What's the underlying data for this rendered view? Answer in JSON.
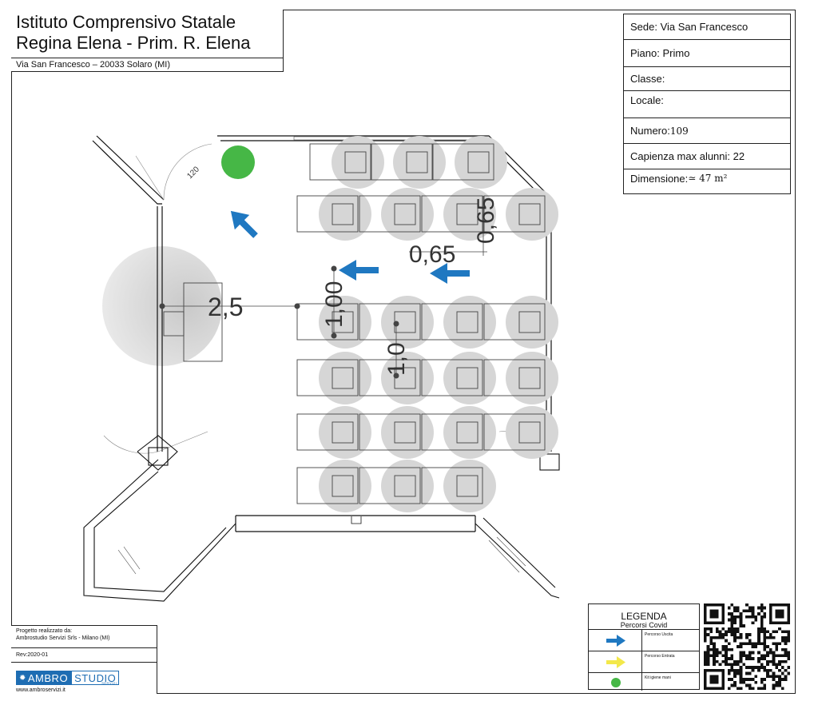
{
  "header": {
    "school_line1": "Istituto Comprensivo Statale",
    "school_line2": "Regina Elena - Prim. R. Elena",
    "address": "Via San Francesco – 20033 Solaro (MI)"
  },
  "info": {
    "sede": "Sede:  Via San Francesco",
    "piano": "Piano: Primo",
    "classe": "Classe:",
    "locale": "Locale:",
    "numero_label": "Numero: ",
    "numero_value": "109",
    "capienza": "Capienza max alunni: 22",
    "dimensione_label": "Dimensione: ",
    "dimensione_value": "≃ 47 m²"
  },
  "plan": {
    "dim_teacher": "2,5",
    "dim_row_gap_top": "0,65",
    "dim_row_gap_side": "0,65",
    "dim_aisle_1": "1,00",
    "dim_aisle_2": "1,0",
    "door_label": "120",
    "colors": {
      "exit_arrow": "#1f78c1",
      "entry_arrow": "#f3e84a",
      "hygiene_kit": "#46b746",
      "distance_circle": "#d2d2d2"
    }
  },
  "credits": {
    "line1": "Progetto realizzato da:",
    "line2": "Ambrostudio Servizi Srls - Milano (MI)",
    "rev": "Rev:2020-01",
    "logo_left": "AMBRO",
    "logo_right": "STUDIO",
    "logo_sub": "SERVIZI",
    "website": "www.ambroservizi.it"
  },
  "legend": {
    "title": "LEGENDA",
    "subtitle": "Percorsi Covid",
    "items": [
      {
        "label": "Percorso Uscita",
        "icon": "blue-arrow-icon"
      },
      {
        "label": "Percorso Entrata",
        "icon": "yellow-arrow-icon"
      },
      {
        "label": "Kit igiene mani",
        "icon": "green-dot-icon"
      }
    ]
  }
}
